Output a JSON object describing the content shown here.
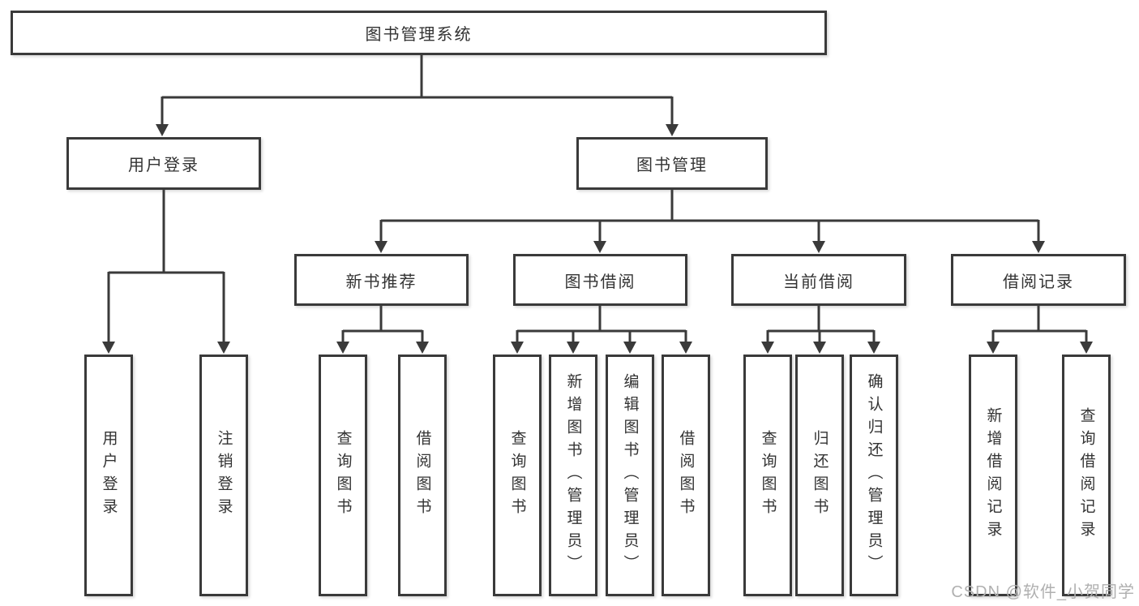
{
  "nodes": {
    "root": "图书管理系统",
    "user_login": "用户登录",
    "book_mgmt": "图书管理",
    "new_book_rec": "新书推荐",
    "book_borrow": "图书借阅",
    "current_borrow": "当前借阅",
    "borrow_record": "借阅记录",
    "leaf_user_login": "用户登录",
    "leaf_logout": "注销登录",
    "leaf_rec_query_book": "查询图书",
    "leaf_rec_borrow_book": "借阅图书",
    "leaf_bb_query_book": "查询图书",
    "leaf_bb_add_book": "新增图书（管理员）",
    "leaf_bb_edit_book": "编辑图书（管理员）",
    "leaf_bb_borrow_book": "借阅图书",
    "leaf_cb_query_book": "查询图书",
    "leaf_cb_return_book": "归还图书",
    "leaf_cb_confirm_return": "确认归还（管理员）",
    "leaf_br_add_record": "新增借阅记录",
    "leaf_br_query_record": "查询借阅记录"
  },
  "watermark": "CSDN @软件_小贺同学",
  "colors": {
    "line": "#3a3a3a",
    "text": "#333333",
    "watermark": "#b0b0b0",
    "background": "#ffffff"
  }
}
